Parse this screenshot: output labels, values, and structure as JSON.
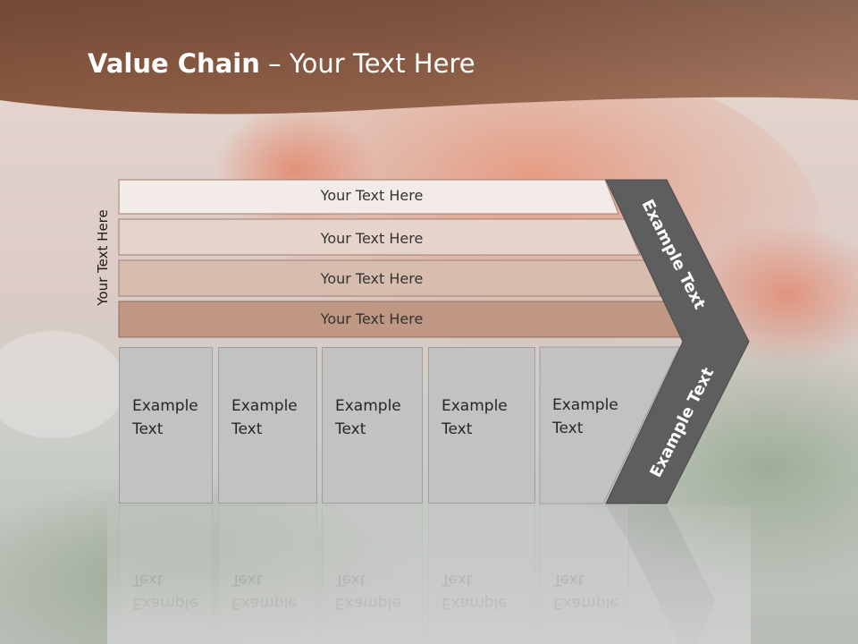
{
  "slide": {
    "title_bold": "Value Chain",
    "title_rest": " – Your Text Here",
    "side_label": "Your Text Here",
    "rows": [
      {
        "label": "Your Text Here",
        "fill": "#f3ebe7"
      },
      {
        "label": "Your Text Here",
        "fill": "#e6d4cb"
      },
      {
        "label": "Your Text Here",
        "fill": "#d7bdae"
      },
      {
        "label": "Your Text Here",
        "fill": "#bf9783"
      }
    ],
    "boxes": [
      {
        "label": "Example\nText"
      },
      {
        "label": "Example\nText"
      },
      {
        "label": "Example\nText"
      },
      {
        "label": "Example\nText"
      },
      {
        "label": "Example\nText"
      }
    ],
    "chevron_top_label": "Example Text",
    "chevron_bottom_label": "Example Text",
    "colors": {
      "header": "#8c5a43",
      "chevron": "#5e5e5e",
      "box": "#c2c2c2"
    }
  }
}
